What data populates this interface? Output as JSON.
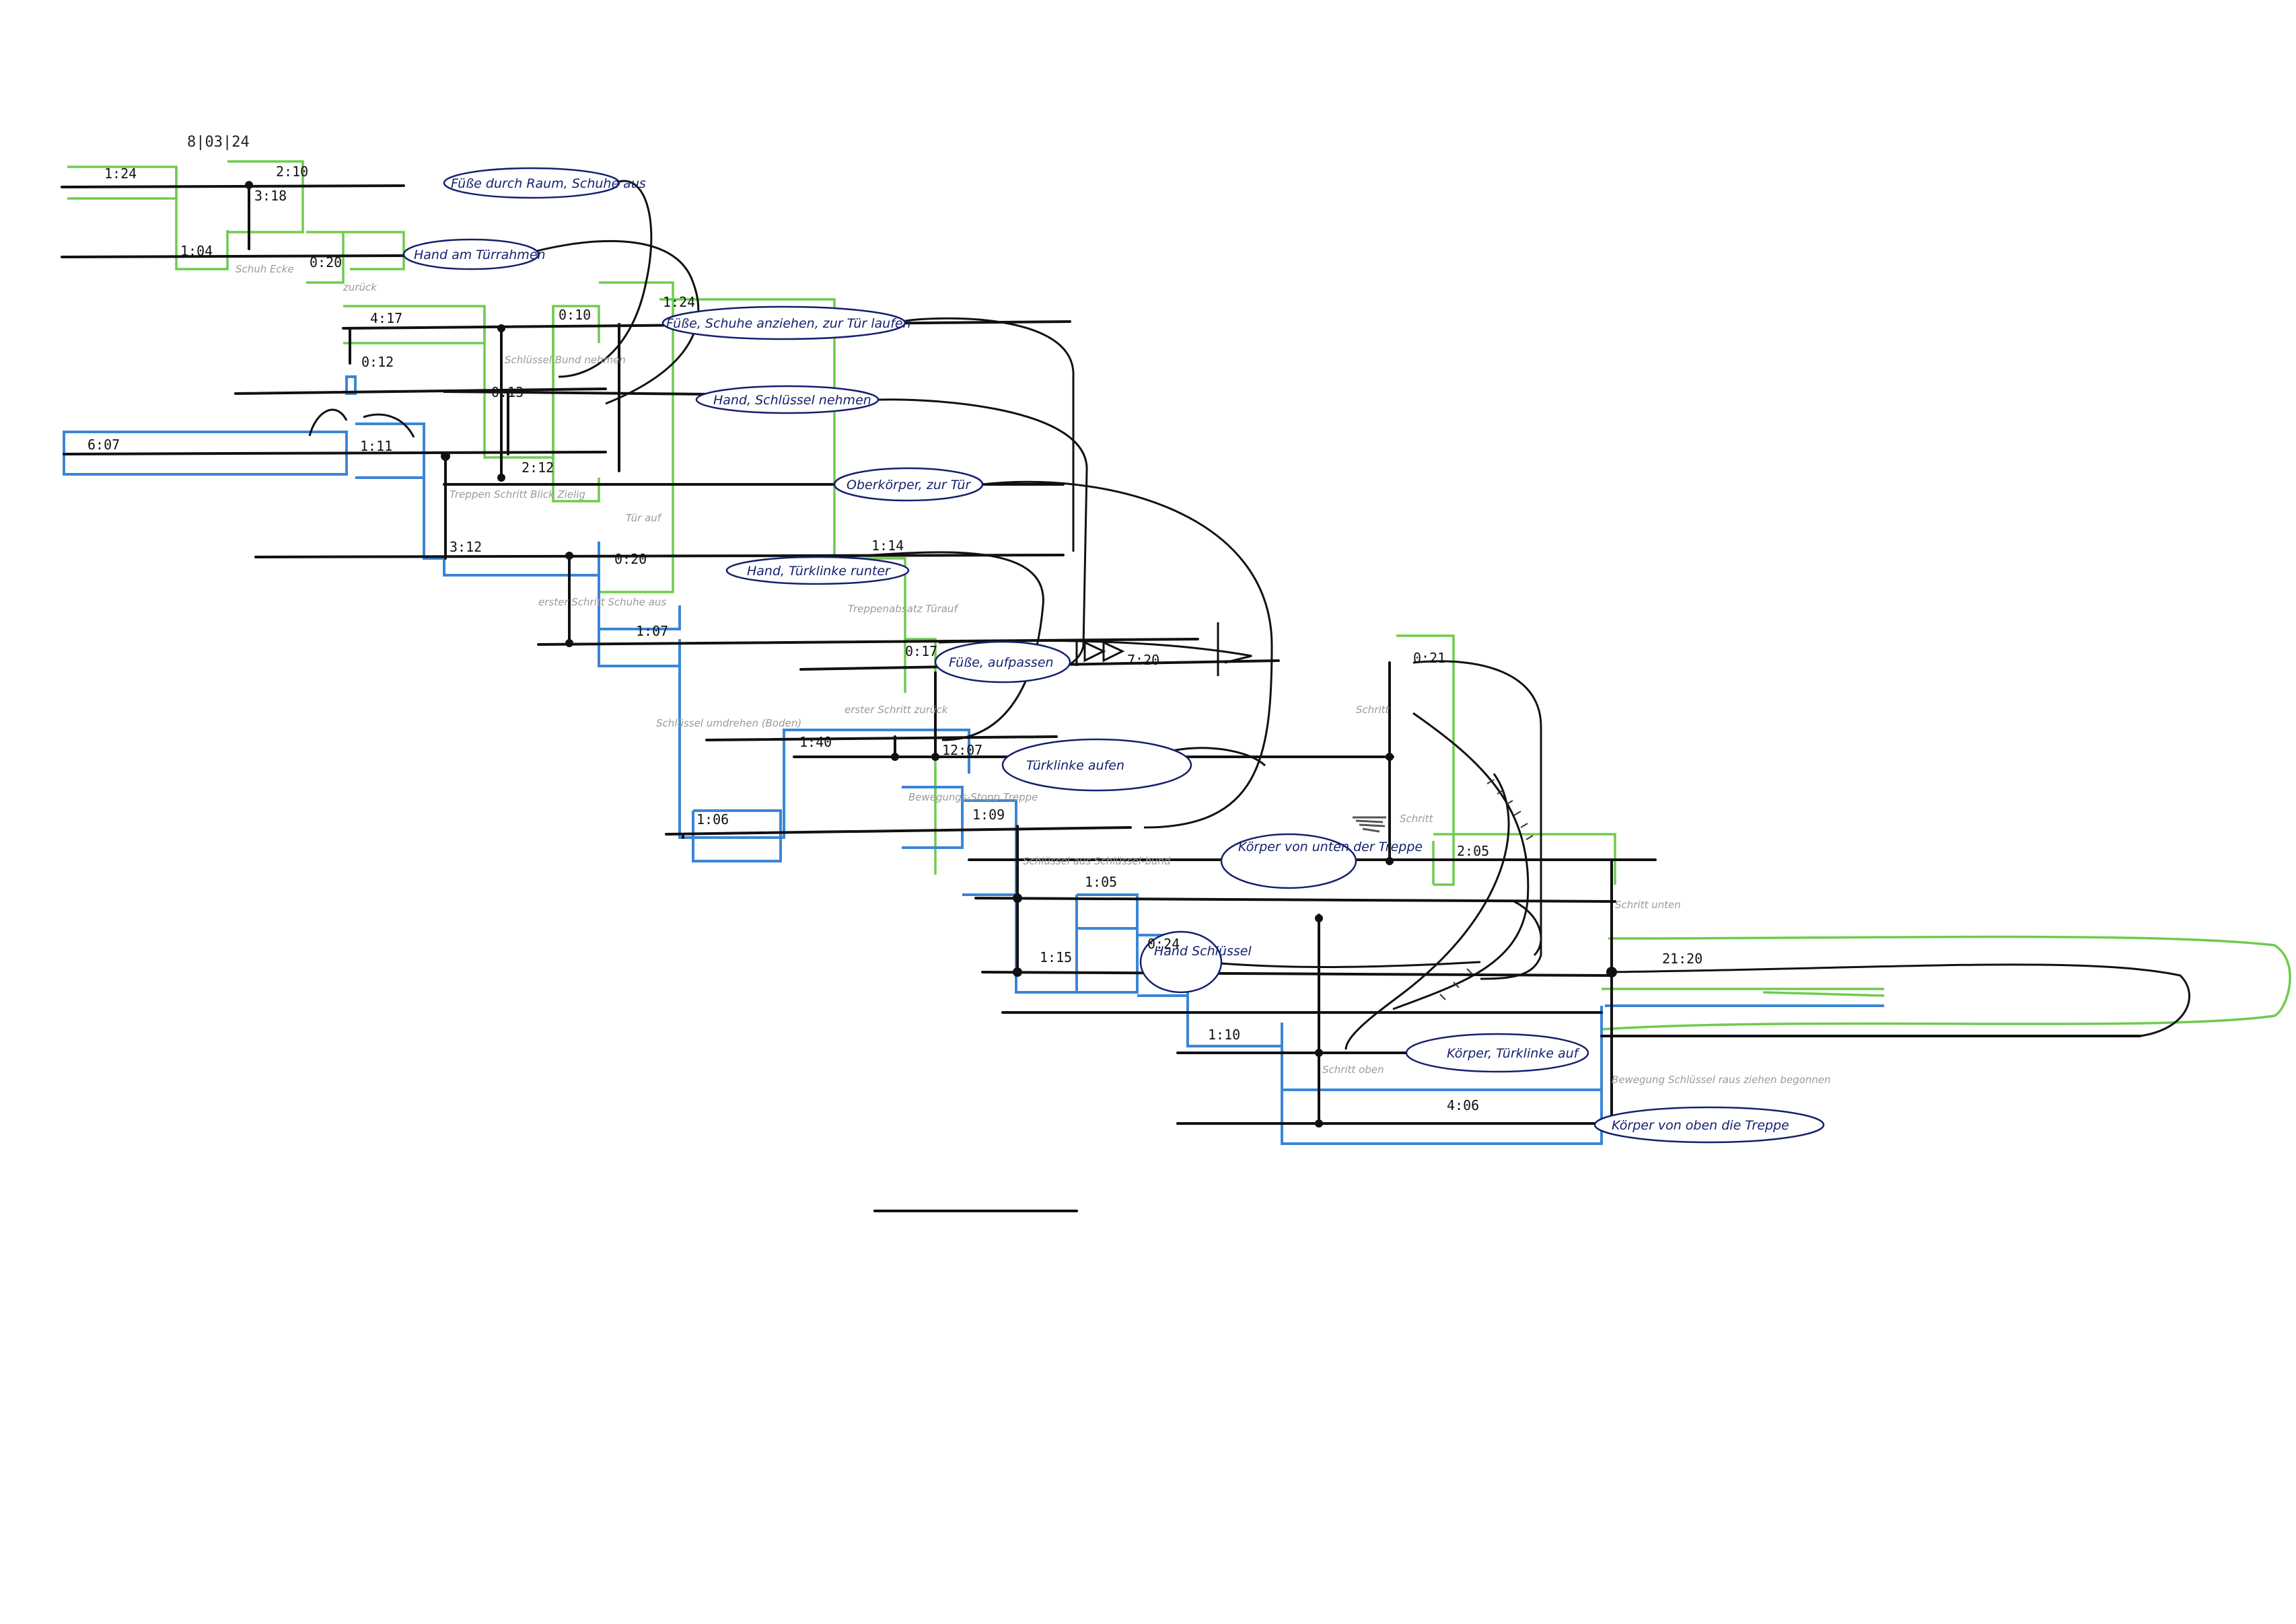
{
  "sheet": {
    "date": "8|03|24",
    "footer_line": true
  },
  "durations": [
    "1:24",
    "2:10",
    "3:18",
    "1:04",
    "0:20",
    "4:17",
    "0:12",
    "0:10",
    "1:24",
    "0:13",
    "6:07",
    "1:11",
    "2:12",
    "0:20",
    "3:12",
    "1:14",
    "1:07",
    "0:17",
    "1:40",
    "12:07",
    "1:06",
    "1:09",
    "1:05",
    "1:15",
    "0:24",
    "1:10",
    "4:06",
    "21:20",
    "2:05",
    "0:21",
    "7:20"
  ],
  "labels": [
    "Füße durch Raum, Schuhe aus",
    "Hand am Türrahmen",
    "Füße, Schuhe anziehen, zur Tür laufen",
    "Hand, Schlüssel nehmen",
    "Oberkörper, zur Tür",
    "Hand, Türklinke runter",
    "Füße, aufpassen",
    "Türklinke aufen",
    "Körper von unten der Treppe",
    "Hand Schlüssel",
    "Körper, Türklinke auf",
    "Körper von oben die Treppe"
  ],
  "notes": [
    "Schuh Ecke",
    "zurück",
    "Schlüssel Bund nehmen",
    "Tür auf",
    "Treppen Schritt Blick Zielig",
    "erster Schritt Schuhe aus",
    "Schlüssel umdrehen (Boden)",
    "Treppenabsatz Türauf",
    "erster Schritt zurück",
    "Bewegungs-Stopp Treppe",
    "Schlüssel aus Schlüssel-bund",
    "Schritt",
    "Schritt",
    "Schritt oben",
    "Schritt unten",
    "Bewegung Schlüssel raus ziehen begonnen"
  ]
}
